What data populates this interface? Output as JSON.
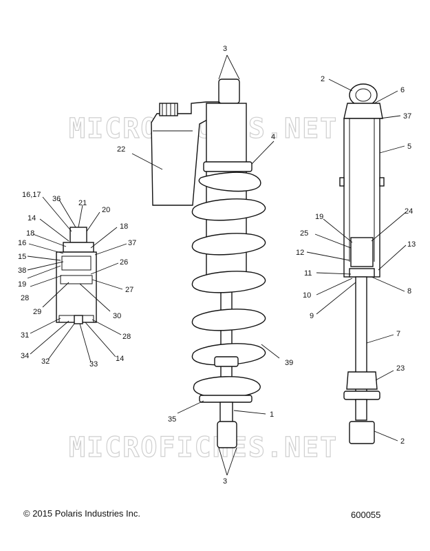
{
  "watermark": "MICROFICHES.NET",
  "footer": {
    "copyright": "© 2015 Polaris Industries Inc.",
    "figure_number": "600055"
  },
  "callouts": {
    "top_3": "3",
    "bottom_3": "3",
    "c1": "1",
    "c4": "4",
    "c22": "22",
    "c35": "35",
    "c39": "39",
    "r2_top": "2",
    "r6": "6",
    "r37": "37",
    "r5": "5",
    "r19": "19",
    "r24": "24",
    "r25": "25",
    "r12": "12",
    "r13": "13",
    "r11": "11",
    "r10": "10",
    "r8": "8",
    "r9": "9",
    "r7": "7",
    "r23": "23",
    "r2_bot": "2",
    "l16_17": "16,17",
    "l36": "36",
    "l21": "21",
    "l20": "20",
    "l14a": "14",
    "l18a": "18",
    "l18b": "18",
    "l16": "16",
    "l37": "37",
    "l15": "15",
    "l38": "38",
    "l26": "26",
    "l19": "19",
    "l28a": "28",
    "l27": "27",
    "l29": "29",
    "l30": "30",
    "l31": "31",
    "l28b": "28",
    "l34": "34",
    "l32": "32",
    "l33": "33",
    "l14b": "14"
  }
}
